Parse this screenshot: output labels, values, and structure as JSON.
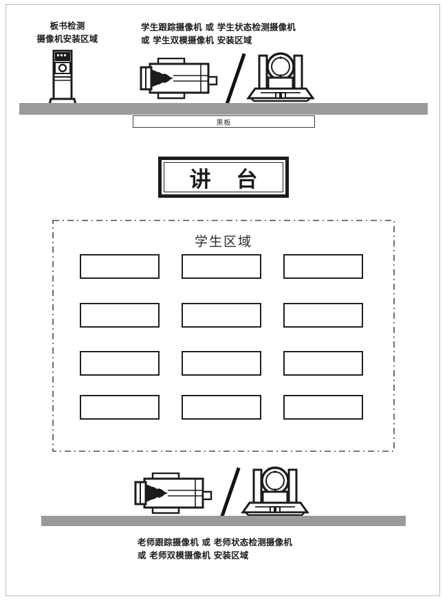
{
  "page": {
    "title": "教室摄像机安装区域示意图",
    "background_color": "#ffffff",
    "border_color": "#b9b9b9",
    "wall_color": "#9a9a9a",
    "line_color": "#1b1b1b"
  },
  "labels": {
    "board_camera": {
      "line1": "板书检测",
      "line2": "摄像机安装区域"
    },
    "student_camera": {
      "line1": "学生跟踪摄像机 或 学生状态检测摄像机",
      "line2": "或  学生双模摄像机 安装区域"
    },
    "teacher_camera": {
      "line1": "老师跟踪摄像机 或 老师状态检测摄像机",
      "line2": "或  老师双模摄像机 安装区域"
    }
  },
  "blackboard": {
    "label": "黑板"
  },
  "podium": {
    "label": "讲 台"
  },
  "student_zone": {
    "title": "学生区域",
    "rows": 4,
    "columns": 3,
    "desks": [
      {
        "row": 1,
        "col": 1
      },
      {
        "row": 1,
        "col": 2
      },
      {
        "row": 1,
        "col": 3
      },
      {
        "row": 2,
        "col": 1
      },
      {
        "row": 2,
        "col": 2
      },
      {
        "row": 2,
        "col": 3
      },
      {
        "row": 3,
        "col": 1
      },
      {
        "row": 3,
        "col": 2
      },
      {
        "row": 3,
        "col": 3
      },
      {
        "row": 4,
        "col": 1
      },
      {
        "row": 4,
        "col": 2
      },
      {
        "row": 4,
        "col": 3
      }
    ]
  },
  "icons": {
    "board_detection_camera": "wall-mounted-board-detection-camera-icon",
    "box_camera": "box-camera-icon",
    "ptz_camera": "ptz-camera-icon",
    "separator": "slash-separator-icon"
  }
}
